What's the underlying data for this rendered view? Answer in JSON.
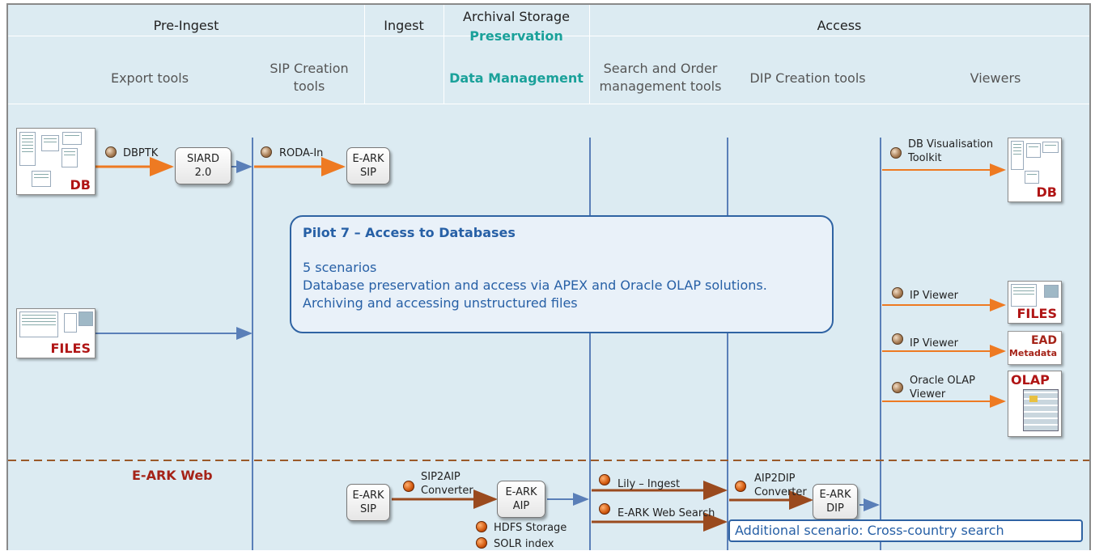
{
  "header": {
    "pre_ingest": "Pre-Ingest",
    "ingest": "Ingest",
    "archival_storage": "Archival Storage",
    "preservation": "Preservation",
    "access": "Access"
  },
  "subheader": {
    "export_tools": "Export tools",
    "sip_creation_tools": "SIP Creation\ntools",
    "data_management": "Data Management",
    "search_order": "Search and Order\nmanagement tools",
    "dip_creation_tools": "DIP Creation tools",
    "viewers": "Viewers"
  },
  "db_flow": {
    "source_label": "DB",
    "tool_dbptk": "DBPTK",
    "box_siard": "SIARD\n2.0",
    "tool_rodain": "RODA-In",
    "box_sip": "E-ARK\nSIP"
  },
  "files_flow": {
    "source_label": "FILES"
  },
  "pilot": {
    "title": "Pilot 7 – Access to Databases",
    "line1": "5 scenarios",
    "line2": "Database preservation and access via APEX and Oracle OLAP solutions.",
    "line3": "Archiving and accessing unstructured files"
  },
  "viewers": {
    "db_vis": "DB Visualisation\nToolkit",
    "db_target": "DB",
    "ip_viewer_1": "IP Viewer",
    "files_target": "FILES",
    "ip_viewer_2": "IP Viewer",
    "ead_line1": "EAD",
    "ead_line2": "Metadata",
    "olap_viewer": "Oracle OLAP\nViewer",
    "olap_target": "OLAP"
  },
  "earkweb": {
    "title": "E-ARK Web",
    "box_sip": "E-ARK\nSIP",
    "sip2aip": "SIP2AIP\nConverter",
    "box_aip": "E-ARK\nAIP",
    "hdfs": "HDFS Storage",
    "solr": "SOLR index",
    "lily": "Lily – Ingest",
    "search": "E-ARK Web Search",
    "aip2dip": "AIP2DIP\nConverter",
    "box_dip": "E-ARK\nDIP",
    "additional": "Additional scenario: Cross-country search"
  },
  "colors": {
    "background": "#dcebf2",
    "blue_line": "#5a7fb8",
    "orange_arrow": "#ee7a22",
    "brown_arrow": "#9a4a1e",
    "teal": "#1aa19a",
    "red_label": "#b01515",
    "pilot_text": "#2760a6"
  },
  "icons": {
    "bullet_tool": "bronze-sphere-icon",
    "bullet_web": "orange-sphere-icon",
    "db_thumb": "database-schema-thumbnail-icon",
    "files_thumb": "file-tree-thumbnail-icon",
    "olap_thumb": "olap-cube-thumbnail-icon"
  }
}
